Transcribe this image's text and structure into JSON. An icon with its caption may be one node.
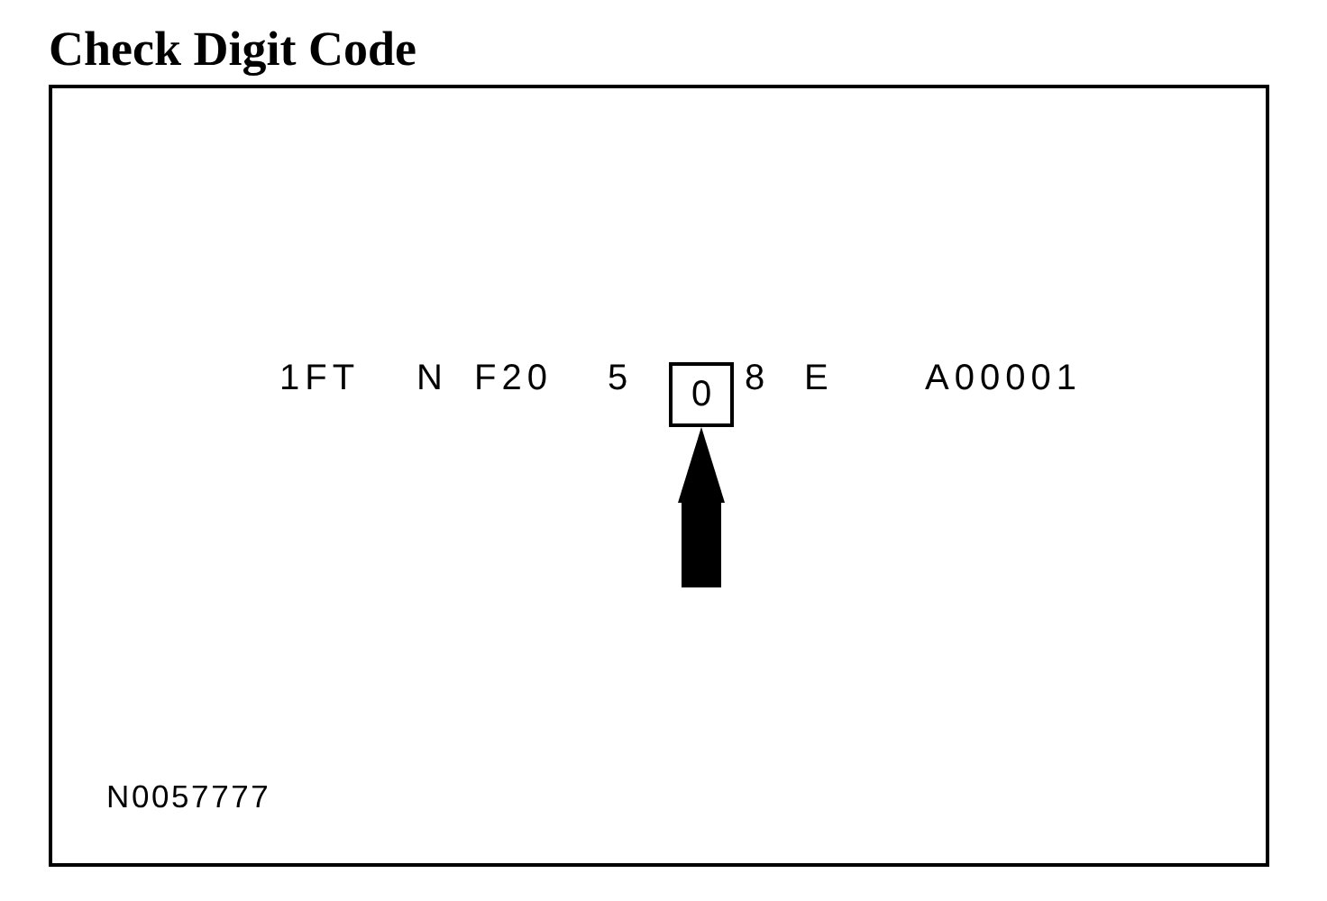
{
  "diagram": {
    "title": "Check Digit Code",
    "nodes": [
      {
        "text": [],
        "shape": "box"
      },
      {
        "text": [
          "0"
        ],
        "in": 0
      }
    ],
    "edges": [
      {
        "from": null,
        "to": 1,
        "arrow": "to"
      }
    ],
    "labels": [
      "1FT",
      "N",
      "F20",
      "5",
      "8",
      "E",
      "A00001",
      "N0057777"
    ]
  }
}
